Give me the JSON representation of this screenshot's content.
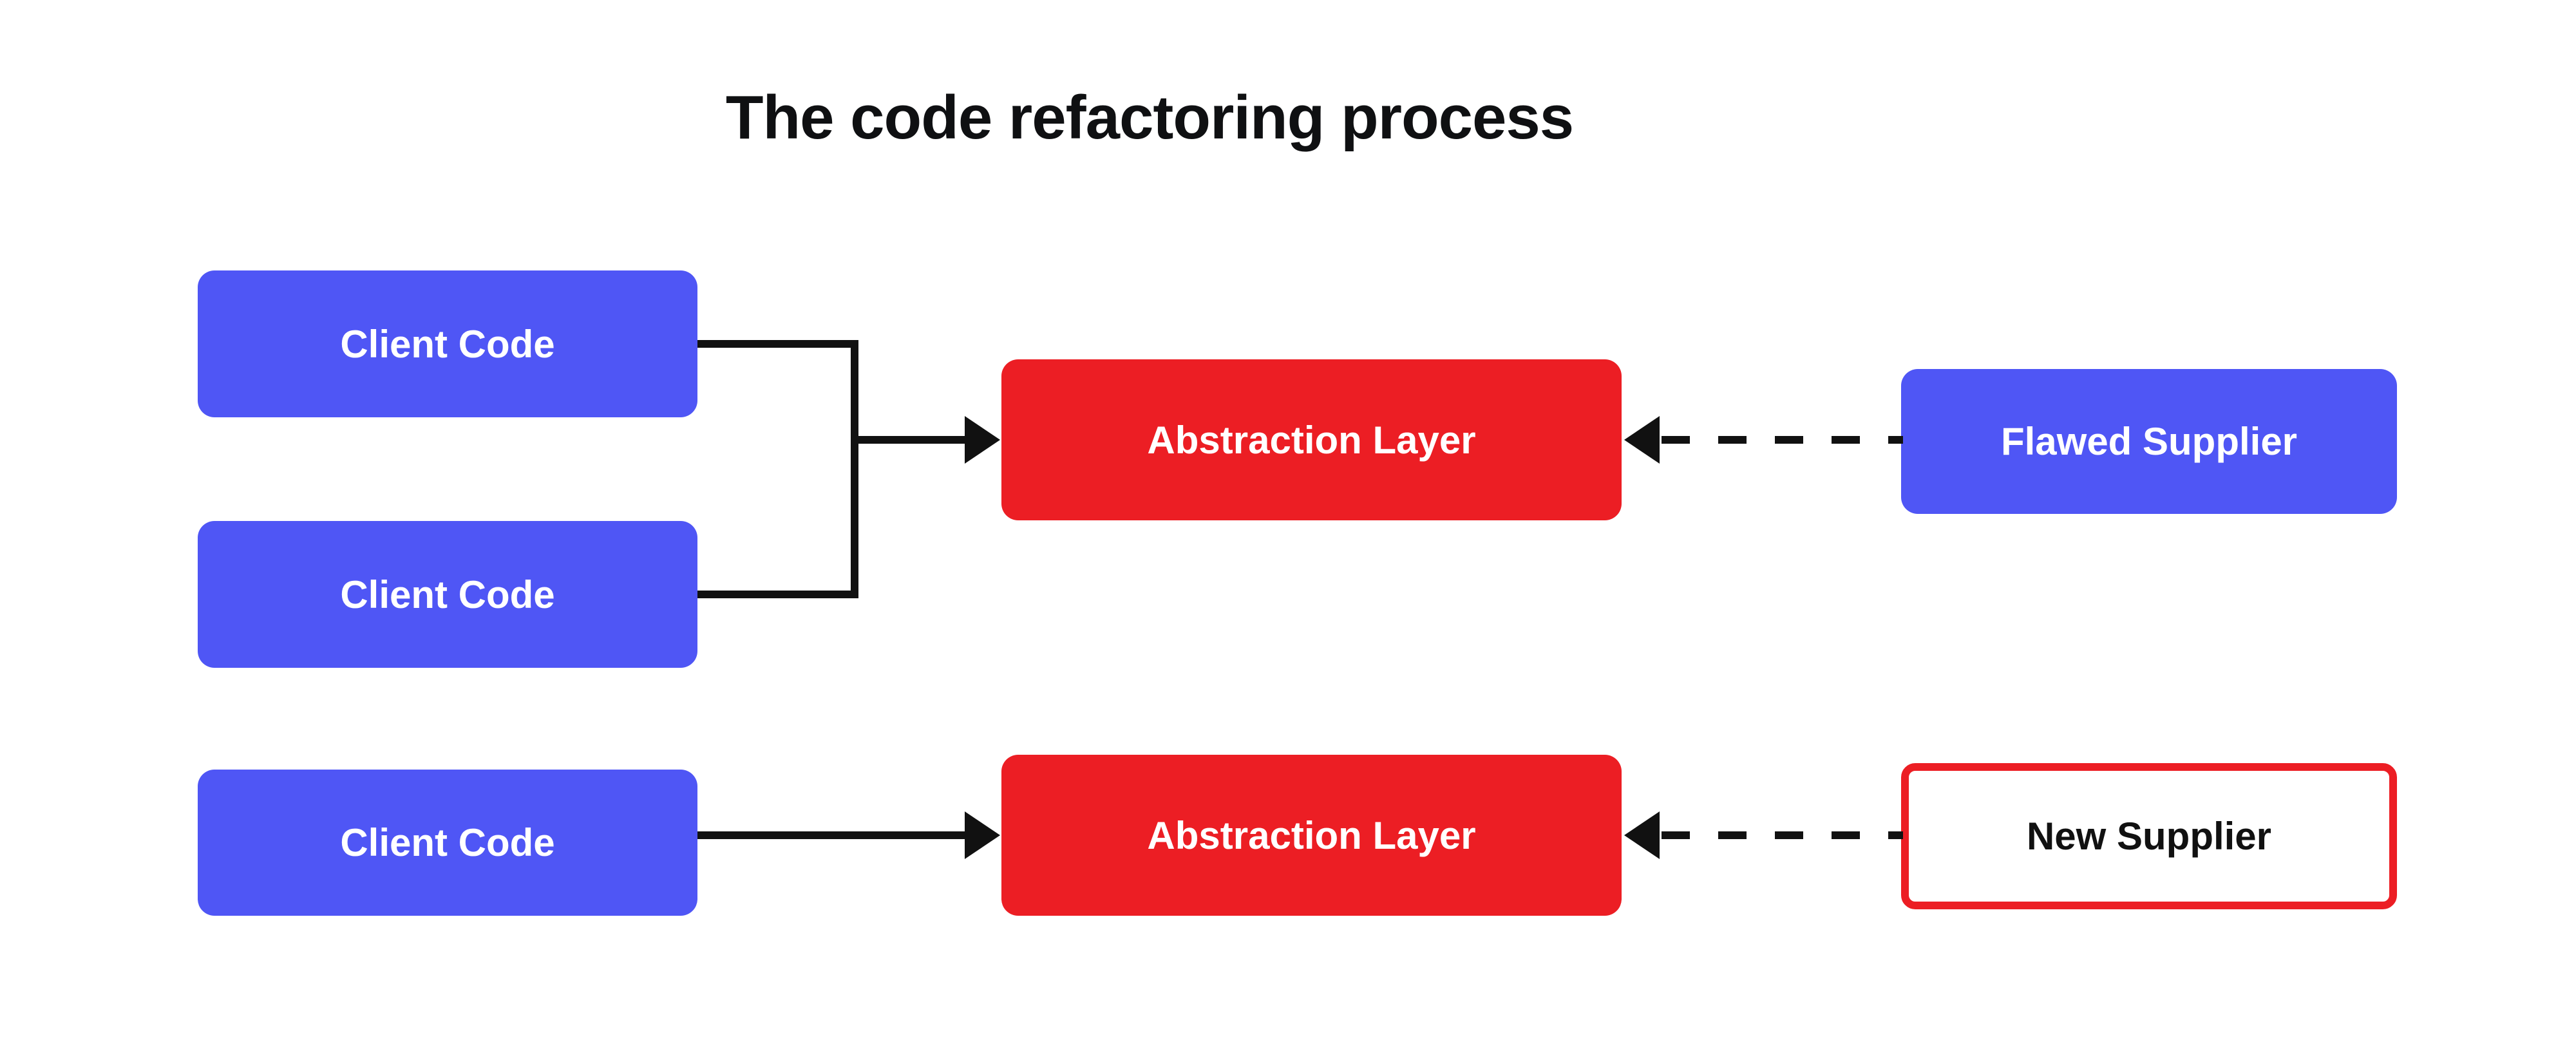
{
  "diagram": {
    "title": "The code refactoring process",
    "colors": {
      "background": "#ffffff",
      "blue": "#4f56f5",
      "red": "#ec1e24",
      "line": "#111111",
      "title_text": "#0f1012",
      "box_text_light": "#ffffff",
      "box_text_dark": "#111111"
    },
    "nodes": [
      {
        "id": "client-code-top",
        "label": "Client Code",
        "style": "blue",
        "row": "top"
      },
      {
        "id": "client-code-middle",
        "label": "Client Code",
        "style": "blue",
        "row": "top"
      },
      {
        "id": "abstraction-top",
        "label": "Abstraction Layer",
        "style": "red",
        "row": "top"
      },
      {
        "id": "flawed-supplier",
        "label": "Flawed Supplier",
        "style": "blue",
        "row": "top"
      },
      {
        "id": "client-code-bottom",
        "label": "Client Code",
        "style": "blue",
        "row": "bottom"
      },
      {
        "id": "abstraction-bottom",
        "label": "Abstraction Layer",
        "style": "red",
        "row": "bottom"
      },
      {
        "id": "new-supplier",
        "label": "New Supplier",
        "style": "outline-red",
        "row": "bottom"
      }
    ],
    "edges": [
      {
        "id": "edge-clients-to-abstraction",
        "from": "client-code-top,client-code-middle",
        "to": "abstraction-top",
        "style": "solid",
        "arrow": "right"
      },
      {
        "id": "edge-flawed-to-abstraction",
        "from": "flawed-supplier",
        "to": "abstraction-top",
        "style": "dashed",
        "arrow": "left"
      },
      {
        "id": "edge-client-to-abstraction",
        "from": "client-code-bottom",
        "to": "abstraction-bottom",
        "style": "solid",
        "arrow": "right"
      },
      {
        "id": "edge-new-to-abstraction",
        "from": "new-supplier",
        "to": "abstraction-bottom",
        "style": "dashed",
        "arrow": "left"
      }
    ]
  }
}
